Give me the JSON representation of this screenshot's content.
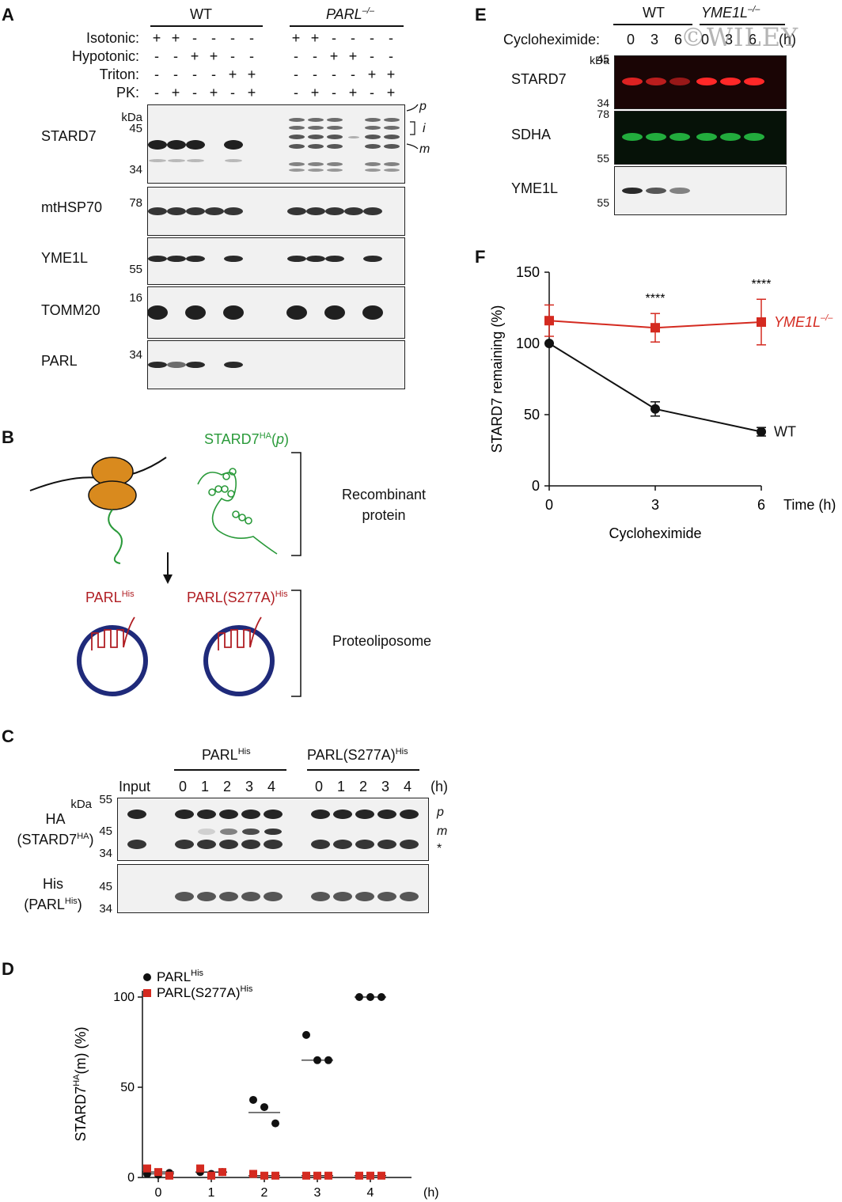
{
  "watermark": "©WILEY",
  "colors": {
    "wt": "#111111",
    "ko": "#d42a20",
    "stard7_green": "#2a9a3a",
    "parl_red": "#b01e23",
    "ribosome": "#d98a1e",
    "liposome": "#1f2a7a"
  },
  "panelA": {
    "label": "A",
    "groups": {
      "wt": "WT",
      "ko": "PARL",
      "ko_sup": "–/–"
    },
    "rows": [
      "Isotonic:",
      "Hypotonic:",
      "Triton:",
      "PK:"
    ],
    "signs": [
      [
        "+",
        "+",
        "-",
        "-",
        "-",
        "-",
        "+",
        "+",
        "-",
        "-",
        "-",
        "-"
      ],
      [
        "-",
        "-",
        "+",
        "+",
        "-",
        "-",
        "-",
        "-",
        "+",
        "+",
        "-",
        "-"
      ],
      [
        "-",
        "-",
        "-",
        "-",
        "+",
        "+",
        "-",
        "-",
        "-",
        "-",
        "+",
        "+"
      ],
      [
        "-",
        "+",
        "-",
        "+",
        "-",
        "+",
        "-",
        "+",
        "-",
        "+",
        "-",
        "+"
      ]
    ],
    "kda": "kDa",
    "blots": [
      {
        "name": "STARD7",
        "markers": [
          "45",
          "34"
        ]
      },
      {
        "name": "mtHSP70",
        "markers": [
          "78"
        ]
      },
      {
        "name": "YME1L",
        "markers": [
          "55"
        ]
      },
      {
        "name": "TOMM20",
        "markers": [
          "16"
        ]
      },
      {
        "name": "PARL",
        "markers": [
          "34"
        ]
      }
    ],
    "forms": [
      "p",
      "i",
      "m"
    ]
  },
  "panelB": {
    "label": "B",
    "stard7": "STARD7",
    "stard7_sup": "HA",
    "stard7_suffix_open": "(",
    "stard7_p": "p",
    "stard7_suffix_close": ")",
    "recombinant": [
      "Recombinant",
      "protein"
    ],
    "parl": "PARL",
    "parl_sup": "His",
    "parl_mut": "PARL(S277A)",
    "parl_mut_sup": "His",
    "proteoliposome": "Proteoliposome"
  },
  "panelC": {
    "label": "C",
    "groups": [
      {
        "name": "PARL",
        "sup": "His"
      },
      {
        "name": "PARL(S277A)",
        "sup": "His"
      }
    ],
    "input": "Input",
    "times": [
      "0",
      "1",
      "2",
      "3",
      "4"
    ],
    "unit": "(h)",
    "kda": "kDa",
    "blot1": {
      "line1": "HA",
      "line2": "(STARD7",
      "line2_sup": "HA",
      "line2_end": ")",
      "markers": [
        "55",
        "45",
        "34"
      ]
    },
    "blot2": {
      "line1": "His",
      "line2": "(PARL",
      "line2_sup": "His",
      "line2_end": ")",
      "markers": [
        "45",
        "34"
      ]
    },
    "forms": [
      "p",
      "m",
      "*"
    ]
  },
  "panelE": {
    "label": "E",
    "wt": "WT",
    "ko": "YME1L",
    "ko_sup": "–/–",
    "chx": "Cycloheximide:",
    "times": [
      "0",
      "3",
      "6",
      "0",
      "3",
      "6"
    ],
    "unit": "(h)",
    "kda": "kDa",
    "blots": [
      {
        "name": "STARD7",
        "markers": [
          "45",
          "34"
        ]
      },
      {
        "name": "SDHA",
        "markers": [
          "78",
          "55"
        ]
      },
      {
        "name": "YME1L",
        "markers": [
          "55"
        ]
      }
    ]
  },
  "chart_data": [
    {
      "type": "scatter",
      "panel": "D",
      "ylabel": "STARD7",
      "ylabel_sup": "HA",
      "ylabel_end": "(m) (%)",
      "xlabel": "(h)",
      "x_ticks": [
        "0",
        "1",
        "2",
        "3",
        "4"
      ],
      "y_ticks": [
        0,
        50,
        100
      ],
      "ylim": [
        0,
        100
      ],
      "legend": "top-left",
      "series": [
        {
          "name": "PARL",
          "sup": "His",
          "marker": "circle",
          "color": "#111111",
          "points": [
            [
              0,
              2
            ],
            [
              0,
              1.5
            ],
            [
              0,
              2.5
            ],
            [
              1,
              3
            ],
            [
              1,
              2
            ],
            [
              1,
              3
            ],
            [
              2,
              43
            ],
            [
              2,
              39
            ],
            [
              2,
              30
            ],
            [
              3,
              79
            ],
            [
              3,
              65
            ],
            [
              3,
              65
            ],
            [
              4,
              100
            ],
            [
              4,
              100
            ],
            [
              4,
              100
            ]
          ],
          "medians": [
            2,
            3,
            36,
            65,
            100
          ]
        },
        {
          "name": "PARL(S277A)",
          "sup": "His",
          "marker": "square",
          "color": "#d42a20",
          "points": [
            [
              0,
              5
            ],
            [
              0,
              3
            ],
            [
              0,
              1
            ],
            [
              1,
              5
            ],
            [
              1,
              1
            ],
            [
              1,
              3
            ],
            [
              2,
              2
            ],
            [
              2,
              1
            ],
            [
              2,
              1
            ],
            [
              3,
              1
            ],
            [
              3,
              1
            ],
            [
              3,
              1
            ],
            [
              4,
              1
            ],
            [
              4,
              1
            ],
            [
              4,
              1
            ]
          ],
          "medians": [
            3,
            3,
            1,
            1,
            1
          ]
        }
      ]
    },
    {
      "type": "line",
      "panel": "F",
      "ylabel": "STARD7 remaining (%)",
      "xlabel": "Cycloheximide",
      "x_unit": "Time (h)",
      "x": [
        0,
        3,
        6
      ],
      "y_ticks": [
        0,
        50,
        100,
        150
      ],
      "ylim": [
        0,
        150
      ],
      "significance": [
        {
          "x": 3,
          "label": "****"
        },
        {
          "x": 6,
          "label": "****"
        }
      ],
      "series": [
        {
          "name": "YME1L",
          "sup": "–/–",
          "values": [
            116,
            111,
            115
          ],
          "errors": [
            11,
            10,
            16
          ],
          "color": "#d42a20",
          "marker": "square"
        },
        {
          "name": "WT",
          "values": [
            100,
            54,
            38
          ],
          "errors": [
            0,
            5,
            3
          ],
          "color": "#111111",
          "marker": "circle"
        }
      ]
    }
  ]
}
